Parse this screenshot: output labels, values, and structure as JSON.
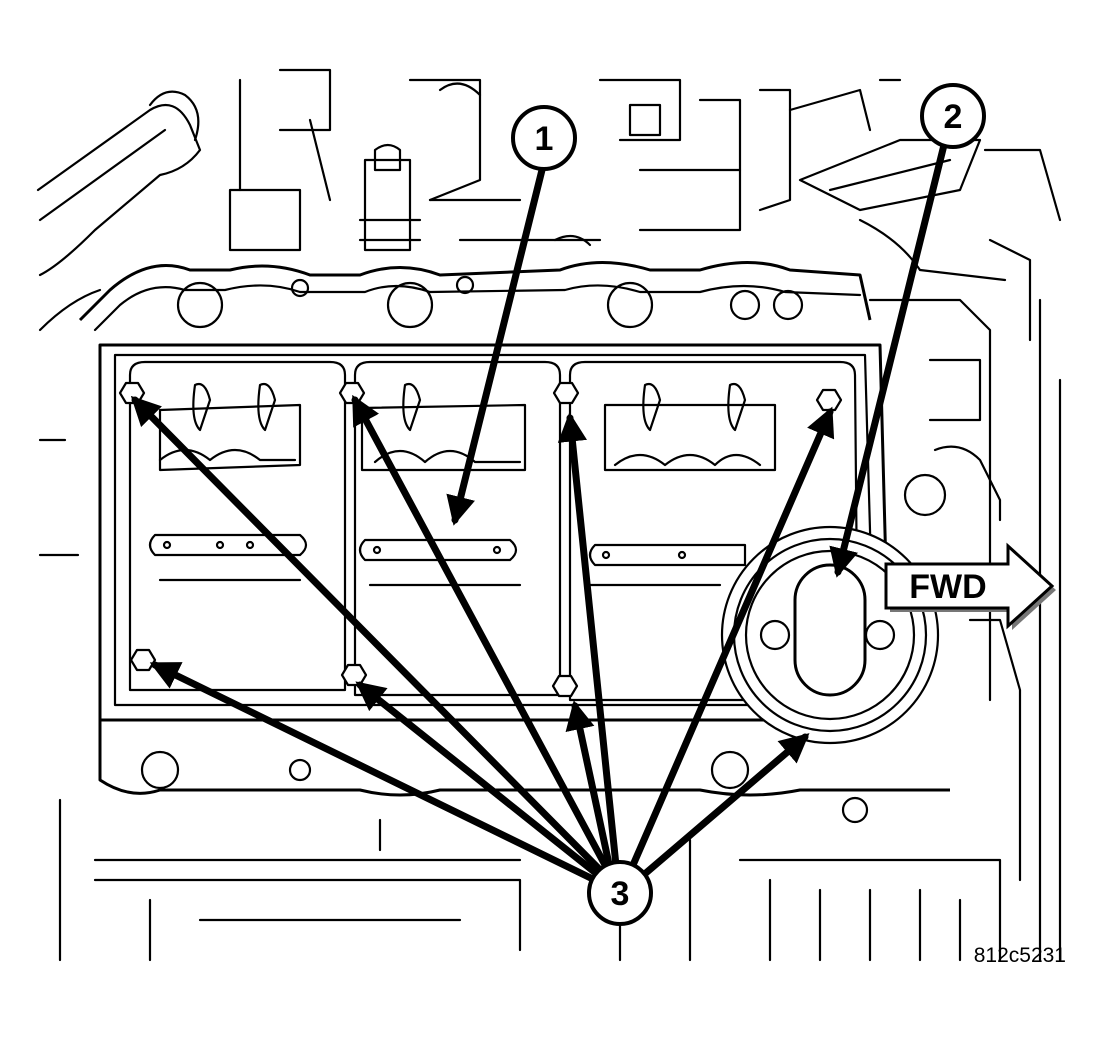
{
  "callouts": [
    {
      "id": "callout-1",
      "label": "1"
    },
    {
      "id": "callout-2",
      "label": "2"
    },
    {
      "id": "callout-3",
      "label": "3"
    }
  ],
  "direction_label": "FWD",
  "figure_id": "812c5231"
}
